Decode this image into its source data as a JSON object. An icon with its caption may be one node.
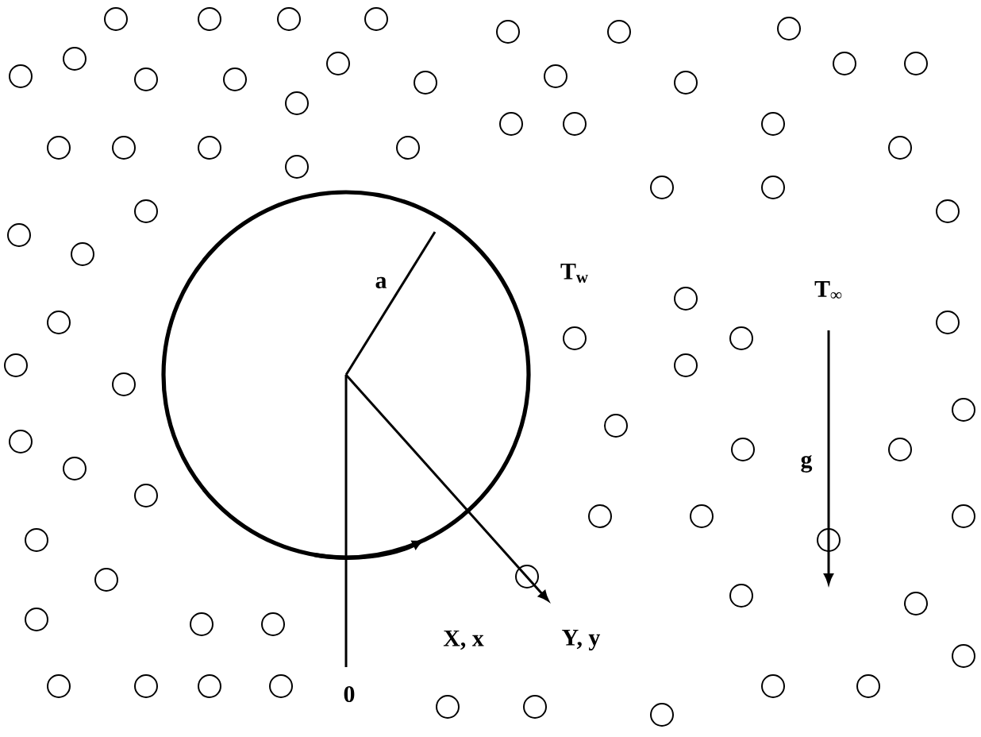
{
  "diagram": {
    "labels": [
      "a",
      "T$_{w}$",
      "T$_{∞}$",
      "g",
      "X, x",
      "Y, y",
      "0"
    ]
  }
}
